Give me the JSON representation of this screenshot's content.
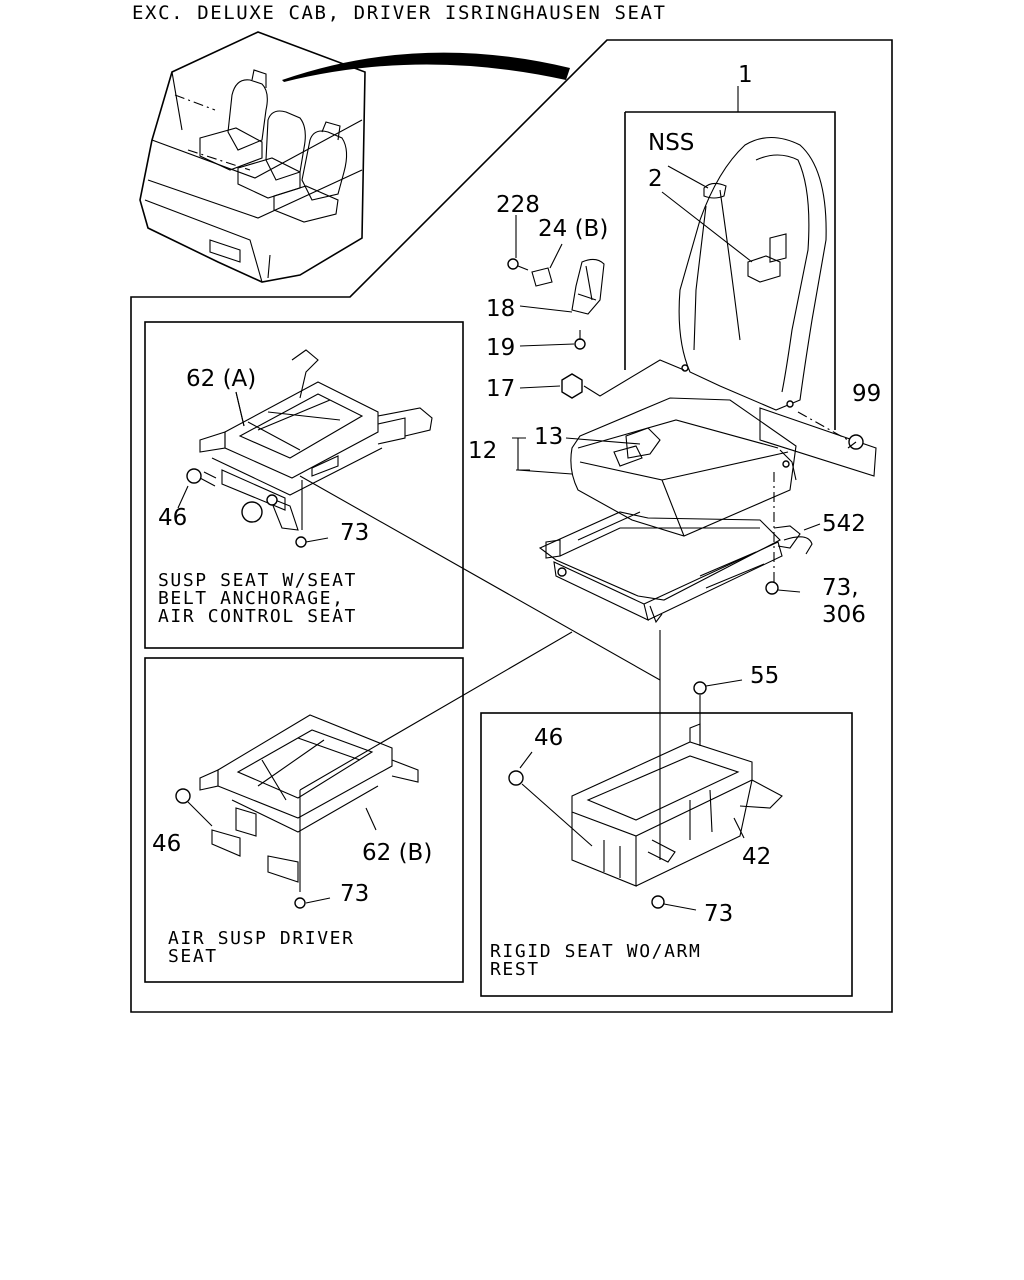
{
  "title": "EXC. DELUXE CAB, DRIVER ISRINGHAUSEN SEAT",
  "callouts": {
    "c1": "1",
    "nss": "NSS",
    "c2": "2",
    "c228": "228",
    "c24b": "24 (B)",
    "c18": "18",
    "c19": "19",
    "c17": "17",
    "c99": "99",
    "c12": "12",
    "c13": "13",
    "c542": "542",
    "c73_306": "73,",
    "c306": "306",
    "c62a": "62 (A)",
    "c46a": "46",
    "c73a": "73",
    "c55": "55",
    "c46c": "46",
    "c42": "42",
    "c73c": "73",
    "c46b": "46",
    "c62b": "62 (B)",
    "c73b": "73"
  },
  "captions": {
    "susp_line1": "SUSP SEAT W/SEAT",
    "susp_line2": "BELT ANCHORAGE,",
    "susp_line3": "AIR CONTROL SEAT",
    "air_line1": "AIR SUSP DRIVER",
    "air_line2": "SEAT",
    "rigid_line1": "RIGID SEAT WO/ARM",
    "rigid_line2": "REST"
  }
}
